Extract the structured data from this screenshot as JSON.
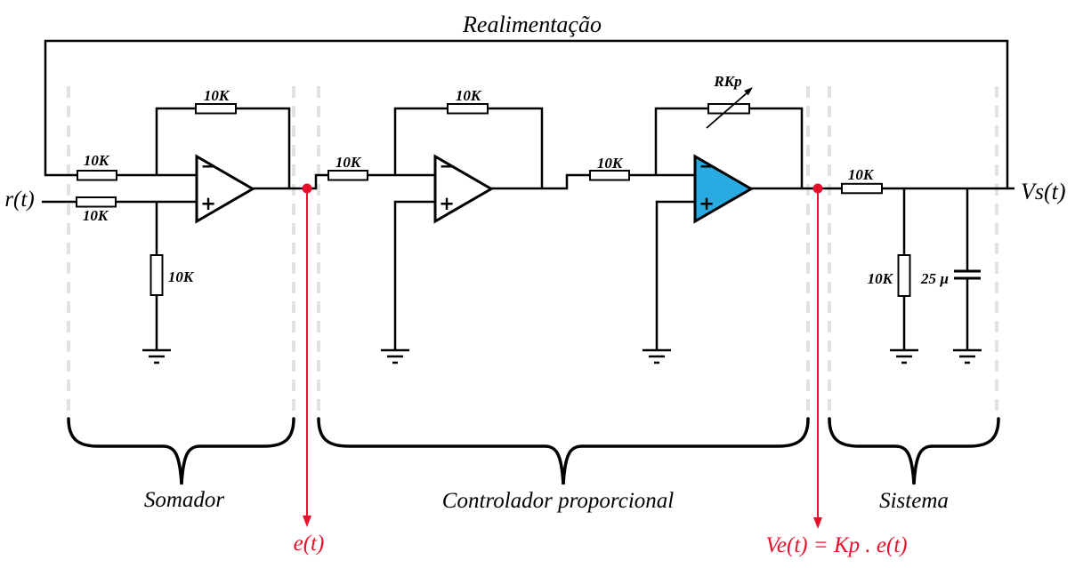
{
  "diagram": {
    "feedback_label": "Realimentação",
    "input_signal": "r(t)",
    "output_signal": "Vs(t)",
    "error_signal": "e(t)",
    "control_signal_formula": "Ve(t) = Kp . e(t)",
    "sections": {
      "somador": "Somador",
      "controlador": "Controlador proporcional",
      "sistema": "Sistema"
    },
    "components": {
      "resistor_value": "10K",
      "pot_value": "RKp",
      "capacitor_value": "25 µ",
      "opamp_inverting_input": "−",
      "opamp_noninverting_input": "+"
    },
    "colors": {
      "wire": "#000000",
      "opamp_fill": "#29ABE2",
      "annotation": "#E8112D",
      "divider": "#E2E2E2"
    }
  }
}
